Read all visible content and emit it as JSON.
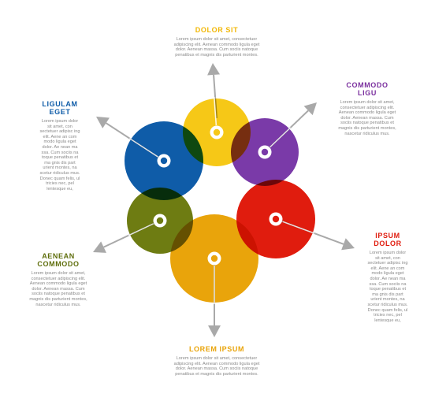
{
  "colors": {
    "yellow": "#f6c817",
    "purple": "#7a3aa8",
    "red": "#e01c0e",
    "orange": "#e9a40b",
    "green": "#6e7c12",
    "blue": "#0f5ca8",
    "arrow": "#a9a9a9",
    "body_text": "#8a8a8a"
  },
  "nodes": [
    {
      "id": "top",
      "title": "DOLOR  SIT",
      "title_color": "#f2b705",
      "color_key": "yellow",
      "body": "Lorem ipsum dolor sit amet, consectetuer\nadipiscing elit. Aenean commodo ligula eget\ndolor. Aenean massa. Cum sociis natoque\npenatibus et magnis dis parturient montes."
    },
    {
      "id": "top-right",
      "title": "COMMODO\nLIGU",
      "title_color": "#7a2f9e",
      "color_key": "purple",
      "body": "Lorem ipsum dolor sit amet,\nconsectetuer adipiscing elit.\nAenean commodo ligula eget\ndolor. Aenean massa. Cum\nsociis natoque penatibus et\nmagnis dis parturient montes,\nnascetur ridiculus mus."
    },
    {
      "id": "bottom-right",
      "title": "IPSUM\nDOLOR",
      "title_color": "#e01c0e",
      "color_key": "red",
      "body": "Lorem ipsum dolor\nsit amet, con\nsectetuer adipisc ing\nelit. Aene an com\nmodo ligula eget\ndolor. Ae nean ma\nssa. Cum sociis na\ntoque penatibus et\nma gnis dis part\nurient montes, na\nscetur ridiculus mus.\nDonec quam felis, ul\ntricies nec, pel\nlentesque eu,"
    },
    {
      "id": "bottom",
      "title": "LOREM  IPSUM",
      "title_color": "#e9a40b",
      "color_key": "orange",
      "body": "Lorem ipsum dolor sit amet, consectetuer\nadipiscing elit. Aenean commodo ligula eget\ndolor. Aenean massa. Cum sociis natoque\npenatibus et magnis dis parturient montes."
    },
    {
      "id": "bottom-left",
      "title": "AENEAN\nCOMMODO",
      "title_color": "#5f6e0c",
      "color_key": "green",
      "body": "Lorem ipsum dolor sit amet,\nconsectetuer adipiscing elit.\nAenean commodo ligula eget\ndolor. Aenean massa. Cum\nsociis natoque penatibus et\nmagnis dis parturient montes,\nnascetur ridiculus mus."
    },
    {
      "id": "top-left",
      "title": "LIGULAM\nEGET",
      "title_color": "#0f5ca8",
      "color_key": "blue",
      "body": "Lorem ipsum dolor\nsit amet, con\nsectetuer adipisc ing\nelit. Aene an com\nmodo ligula eget\ndolor. Ae nean ma\nssa. Cum sociis na\ntoque penatibus et\nma gnis dis part\nurient montes, na\nscetur ridiculus mus.\nDonec quam felis, ul\ntricies nec, pel\nlentesque eu,"
    }
  ]
}
